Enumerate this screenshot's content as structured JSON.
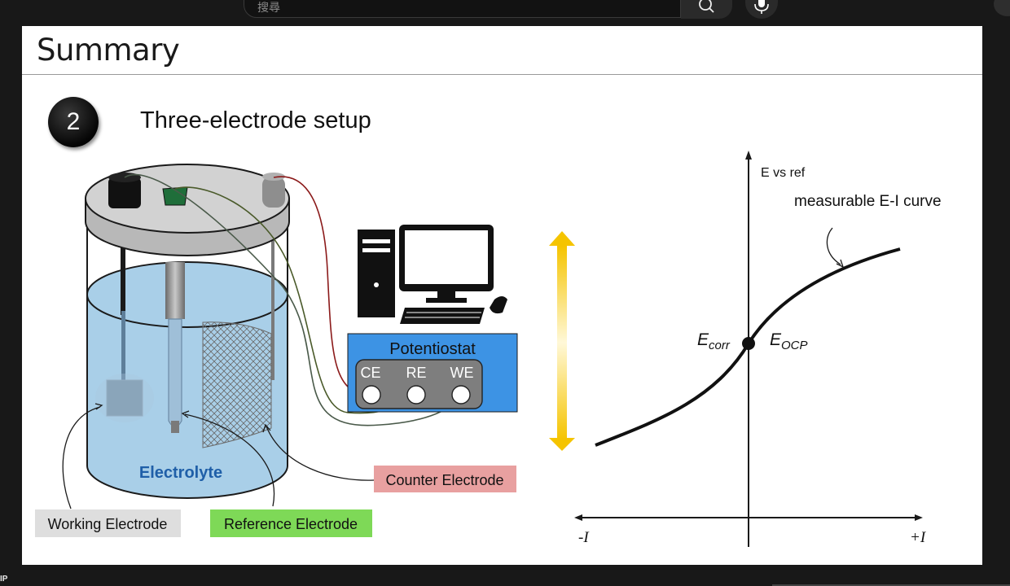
{
  "browser": {
    "search_placeholder": "搜尋",
    "bottom_mark": "IP"
  },
  "slide": {
    "title": "Summary",
    "step_number": "2",
    "section_title": "Three-electrode setup"
  },
  "setup": {
    "electrolyte_label": "Electrolyte",
    "potentiostat_label": "Potentiostat",
    "terminals": [
      "CE",
      "RE",
      "WE"
    ],
    "working_electrode": "Working Electrode",
    "reference_electrode": "Reference Electrode",
    "counter_electrode": "Counter Electrode"
  },
  "graph": {
    "y_axis_label": "E vs ref",
    "curve_label": "measurable E-I curve",
    "x_neg_label": "-I",
    "x_pos_label": "+I",
    "ecorr_main": "E",
    "ecorr_sub": "corr",
    "eocp_main": "E",
    "eocp_sub": "OCP"
  },
  "colors": {
    "electrolyte": "#a9cfe8",
    "electrolyte_text": "#1f5fa8",
    "potentiostat": "#3d93e4",
    "working_bg": "#dedede",
    "reference_bg": "#7ed957",
    "counter_bg": "#e8a0a0",
    "arrow": "#f5c400"
  }
}
